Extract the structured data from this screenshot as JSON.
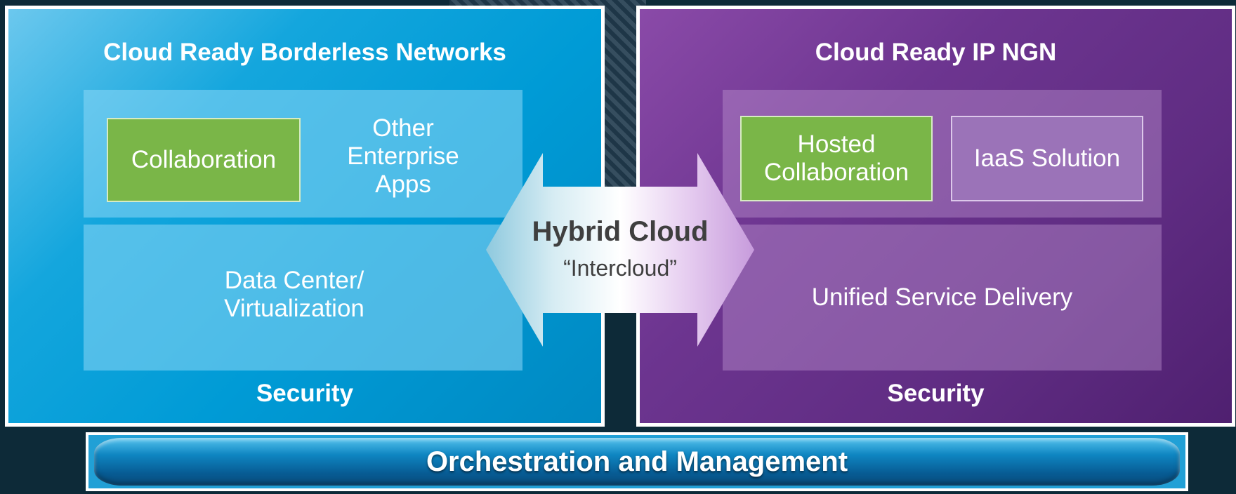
{
  "left_panel": {
    "title": "Cloud Ready Borderless Networks",
    "apps": {
      "collaboration": "Collaboration",
      "other_apps": "Other Enterprise Apps"
    },
    "data_center": "Data Center/ Virtualization",
    "footer": "Security"
  },
  "right_panel": {
    "title": "Cloud Ready IP NGN",
    "apps": {
      "hosted_collaboration": "Hosted Collaboration",
      "iaas": "IaaS Solution"
    },
    "service_delivery": "Unified Service Delivery",
    "footer": "Security"
  },
  "hybrid": {
    "title": "Hybrid Cloud",
    "subtitle": "“Intercloud”"
  },
  "orchestration": {
    "label": "Orchestration and Management"
  },
  "colors": {
    "left_panel": "#009bd6",
    "right_panel": "#5f2c82",
    "green_box": "#7ab648",
    "lilac_box": "#9b73b8",
    "orchestration_bar": "#0f86c2"
  }
}
